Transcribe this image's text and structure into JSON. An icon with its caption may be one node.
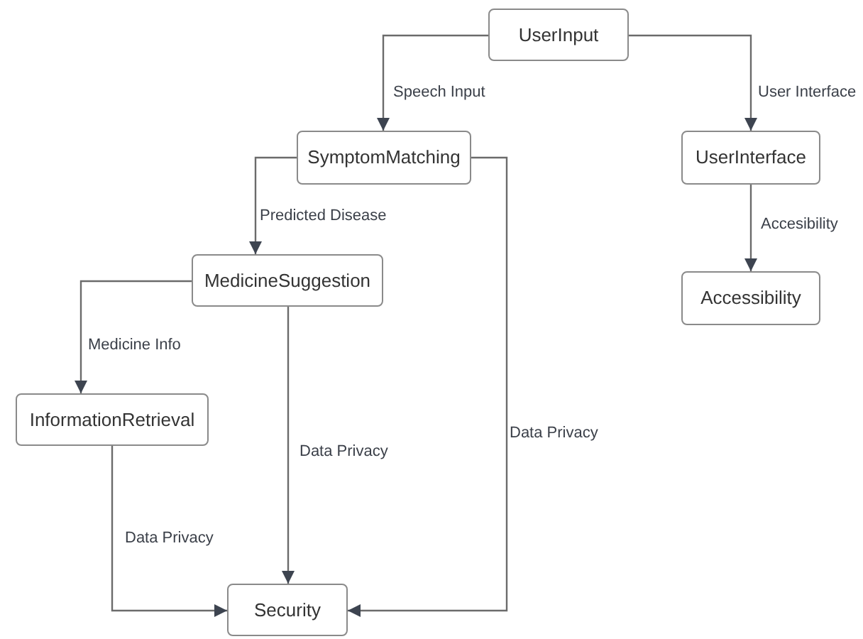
{
  "diagram": {
    "nodes": [
      {
        "text": [
          "UserInput"
        ]
      },
      {
        "text": [
          "SymptomMatching"
        ]
      },
      {
        "text": [
          "UserInterface"
        ]
      },
      {
        "text": [
          "MedicineSuggestion"
        ]
      },
      {
        "text": [
          "Accessibility"
        ]
      },
      {
        "text": [
          "InformationRetrieval"
        ]
      },
      {
        "text": [
          "Security"
        ]
      }
    ],
    "edges": [
      {
        "from": 0,
        "to": 1,
        "arrow": "to",
        "label": "Speech Input"
      },
      {
        "from": 0,
        "to": 2,
        "arrow": "to",
        "label": "User Interface"
      },
      {
        "from": 1,
        "to": 3,
        "arrow": "to",
        "label": "Predicted Disease"
      },
      {
        "from": 2,
        "to": 4,
        "arrow": "to",
        "label": "Accesibility"
      },
      {
        "from": 3,
        "to": 5,
        "arrow": "to",
        "label": "Medicine Info"
      },
      {
        "from": 3,
        "to": 6,
        "arrow": "to",
        "label": "Data Privacy"
      },
      {
        "from": 5,
        "to": 6,
        "arrow": "to",
        "label": "Data Privacy"
      },
      {
        "from": 1,
        "to": 6,
        "arrow": "to",
        "label": "Data Privacy"
      }
    ]
  }
}
